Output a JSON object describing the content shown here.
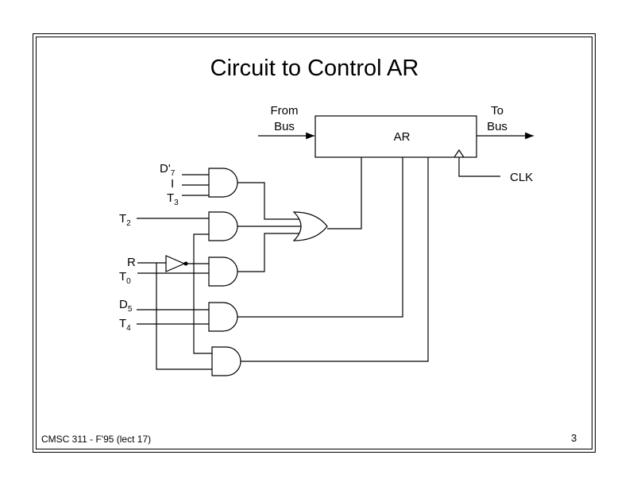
{
  "title": "Circuit to Control AR",
  "footer": "CMSC 311 - F'95 (lect 17)",
  "page_number": "3",
  "register": {
    "label": "AR"
  },
  "from_bus": {
    "line1": "From",
    "line2": "Bus"
  },
  "to_bus": {
    "line1": "To",
    "line2": "Bus"
  },
  "clock_label": "CLK",
  "inputs": {
    "d7_prime": {
      "main": "D'",
      "sub": "7"
    },
    "i": {
      "main": "I",
      "sub": ""
    },
    "t3": {
      "main": "T",
      "sub": "3"
    },
    "t2": {
      "main": "T",
      "sub": "2"
    },
    "r": {
      "main": "R",
      "sub": ""
    },
    "t0": {
      "main": "T",
      "sub": "0"
    },
    "d5": {
      "main": "D",
      "sub": "5"
    },
    "t4": {
      "main": "T",
      "sub": "4"
    }
  }
}
